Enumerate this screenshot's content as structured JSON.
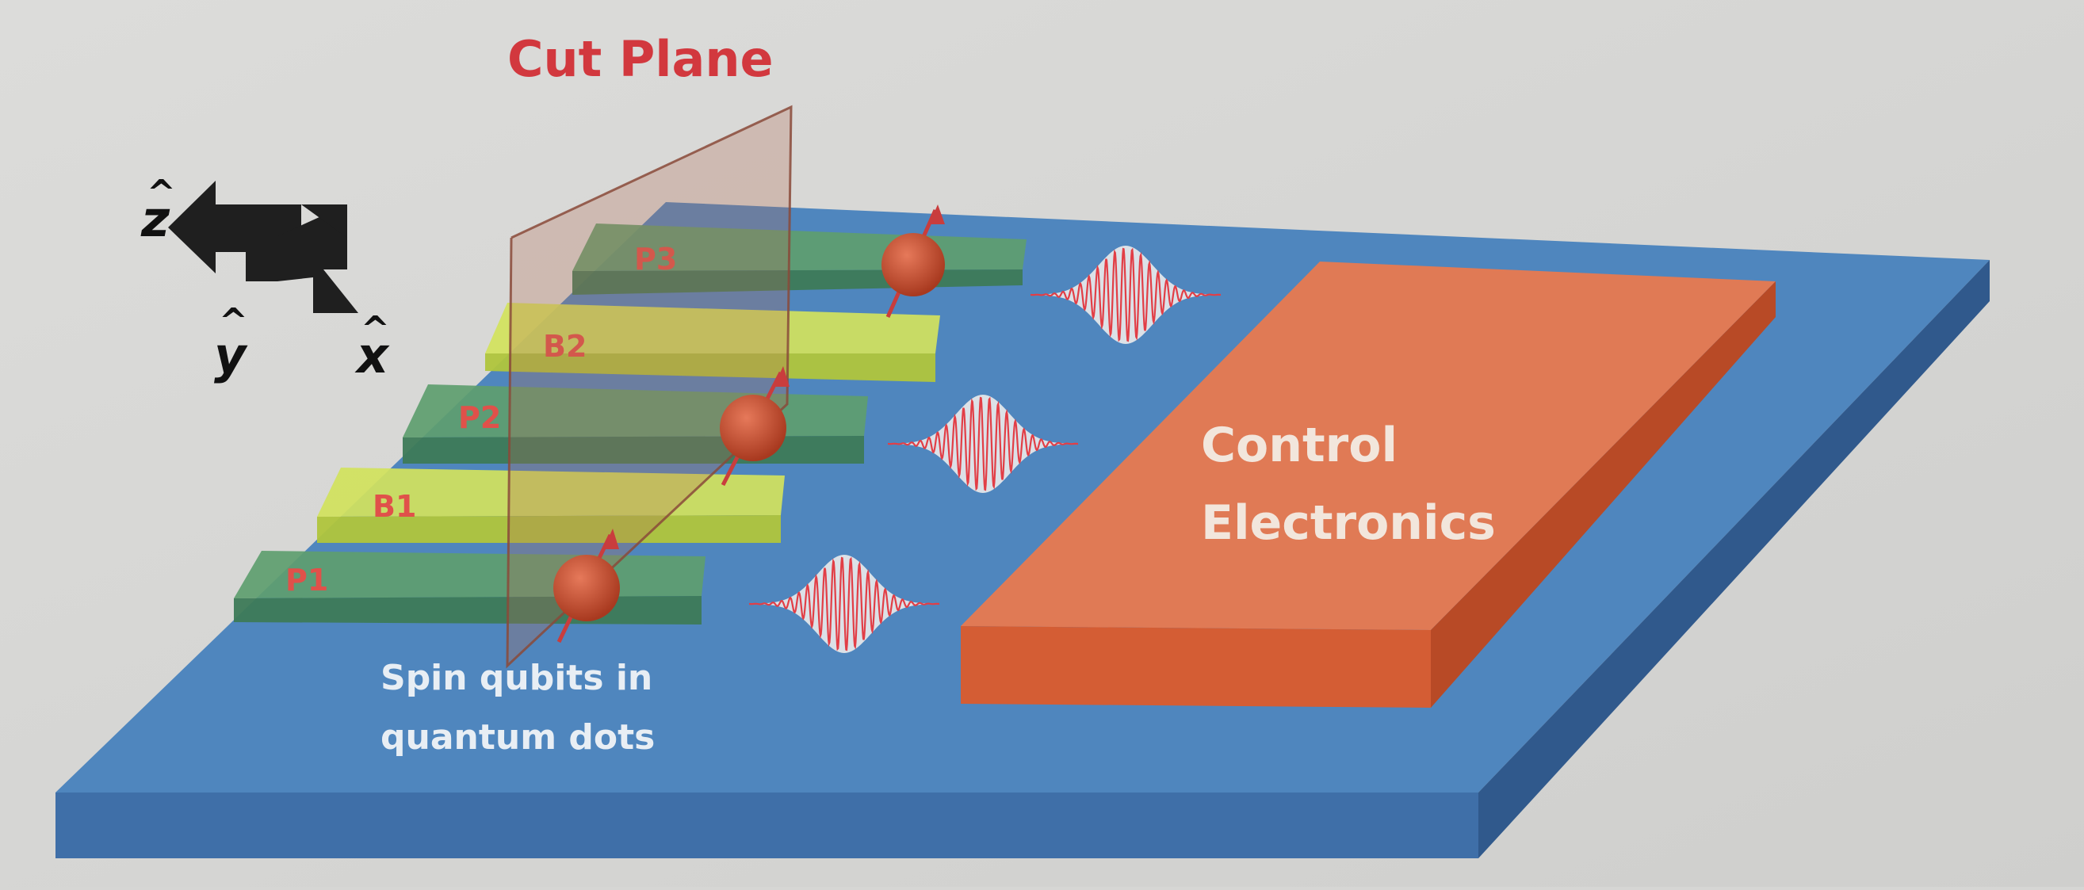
{
  "title": "Cut Plane",
  "axes": {
    "z_label": "z",
    "y_label": "y",
    "x_label": "x",
    "hat": "^"
  },
  "gates": [
    {
      "id": "P3",
      "label": "P3",
      "kind": "plunger"
    },
    {
      "id": "B2",
      "label": "B2",
      "kind": "barrier"
    },
    {
      "id": "P2",
      "label": "P2",
      "kind": "plunger"
    },
    {
      "id": "B1",
      "label": "B1",
      "kind": "barrier"
    },
    {
      "id": "P1",
      "label": "P1",
      "kind": "plunger"
    }
  ],
  "qubits_label": {
    "line1": "Spin qubits in",
    "line2": "quantum dots"
  },
  "control_electronics": {
    "line1": "Control",
    "line2": "Electronics"
  },
  "colors": {
    "background": "#d6d6d4",
    "substrate_top": "#4f86be",
    "substrate_side": "#3a6aa3",
    "plunger_gate": "#3f8f6a",
    "barrier_gate": "#c9dd52",
    "electronics_top": "#e07a55",
    "electronics_side": "#c9582f",
    "cut_plane": "#b36b54",
    "title": "#d2383e",
    "gate_label": "#e0514a",
    "pulse": "#e23e46",
    "qubit": "#c94a2e"
  }
}
